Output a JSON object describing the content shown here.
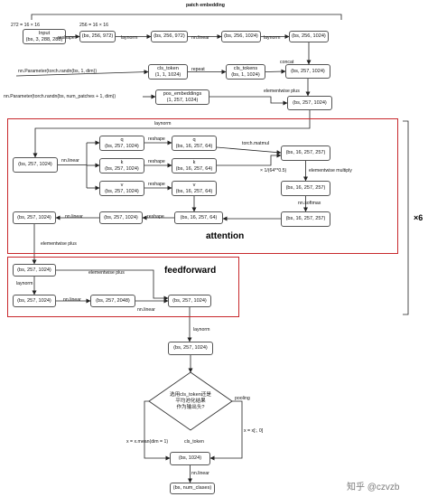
{
  "header": {
    "patch_embedding": "patch embedding",
    "dim_in": "272 = 16 × 16",
    "dim_mid": "256 = 16 × 16"
  },
  "nodes": {
    "input": [
      "Input",
      "(bs, 3, 288, 288)"
    ],
    "pe1": [
      "(bs, 256, 972)"
    ],
    "pe2": [
      "(bs, 256, 972)"
    ],
    "pe3": [
      "(bs, 256, 1024)"
    ],
    "pe4": [
      "(bs, 256, 1024)"
    ],
    "cls": [
      "cls_token",
      "(1, 1, 1024)"
    ],
    "clss": [
      "cls_tokens",
      "(bs, 1, 1024)"
    ],
    "cat": [
      "(bs, 257, 1024)"
    ],
    "pos": [
      "pos_embeddings",
      "(1, 257, 1024)"
    ],
    "pos_out": [
      "(bs, 257, 1024)"
    ],
    "attn_in": [
      "(bs, 257, 1024)"
    ],
    "q1": [
      "q",
      "(bs, 257, 1024)"
    ],
    "q2": [
      "q",
      "(bs, 16, 257, 64)"
    ],
    "k1": [
      "k",
      "(bs, 257, 1024)"
    ],
    "k2": [
      "k",
      "(bs, 16, 257, 64)"
    ],
    "v1": [
      "v",
      "(bs, 257, 1024)"
    ],
    "v2": [
      "v",
      "(bs, 16, 257, 64)"
    ],
    "s1": [
      "(bs, 16, 257, 257)"
    ],
    "s2": [
      "(bs, 16, 257, 257)"
    ],
    "s3": [
      "(bs, 16, 257, 257)"
    ],
    "o1": [
      "(bs, 16, 257, 64)"
    ],
    "o2": [
      "(bs, 257, 1024)"
    ],
    "o3": [
      "(bs, 257, 1024)"
    ],
    "ff_in": [
      "(bs, 257, 1024)"
    ],
    "ff1": [
      "(bs, 257, 1024)"
    ],
    "ff2": [
      "(bs, 257, 2048)"
    ],
    "ff3": [
      "(bs, 257, 1024)"
    ],
    "post": [
      "(bs, 257, 1024)"
    ],
    "fin": [
      "(bs, 1024)"
    ],
    "out": [
      "(bs, num_clases)"
    ]
  },
  "labels": {
    "reshape_a": "reshape",
    "laynorm_a": "laynorm",
    "nnlinear_a": "nn.linear",
    "laynorm_b": "laynorm",
    "param_cls": "nn.Parameter(torch.randn(bs, 1, dim))",
    "repeat": "repeat",
    "concat": "concat",
    "param_pos": "nn.Parameter(torch.randn(bs, num_patches + 1, dim))",
    "elementwise_plus_a": "elementwise plus",
    "laynorm_c": "laynorm",
    "nnlinear_b": "nn.linear",
    "reshape_q": "reshape",
    "reshape_k": "reshape",
    "reshape_v": "reshape",
    "matmul": "torch.matmul",
    "scale": "× 1/(64**0.5)",
    "elementwise_multiply": "elementwise multiply",
    "softmax": "nn.softmax",
    "reshape_o": "reshape",
    "nnlinear_o": "nn.linear",
    "elementwise_plus_b": "elementwise plus",
    "attention": "attention",
    "laynorm_d": "laynorm",
    "elementwise_plus_c": "elementwise plus",
    "nnlinear_c": "nn.linear",
    "nnlinear_d": "nn.linear",
    "feedforward": "feedforward",
    "repeat_count": "×6",
    "laynorm_e": "laynorm",
    "decision": [
      "选用cls_token还是",
      "平均池化结果",
      "作为输出头?"
    ],
    "pooling": "pooling",
    "mean": "x = x.mean(dim = 1)",
    "cls_token": "cls_token",
    "x_first": "x = x[:, 0]",
    "nnlinear_e": "nn.linear"
  },
  "watermark": "知乎 @czvzb"
}
